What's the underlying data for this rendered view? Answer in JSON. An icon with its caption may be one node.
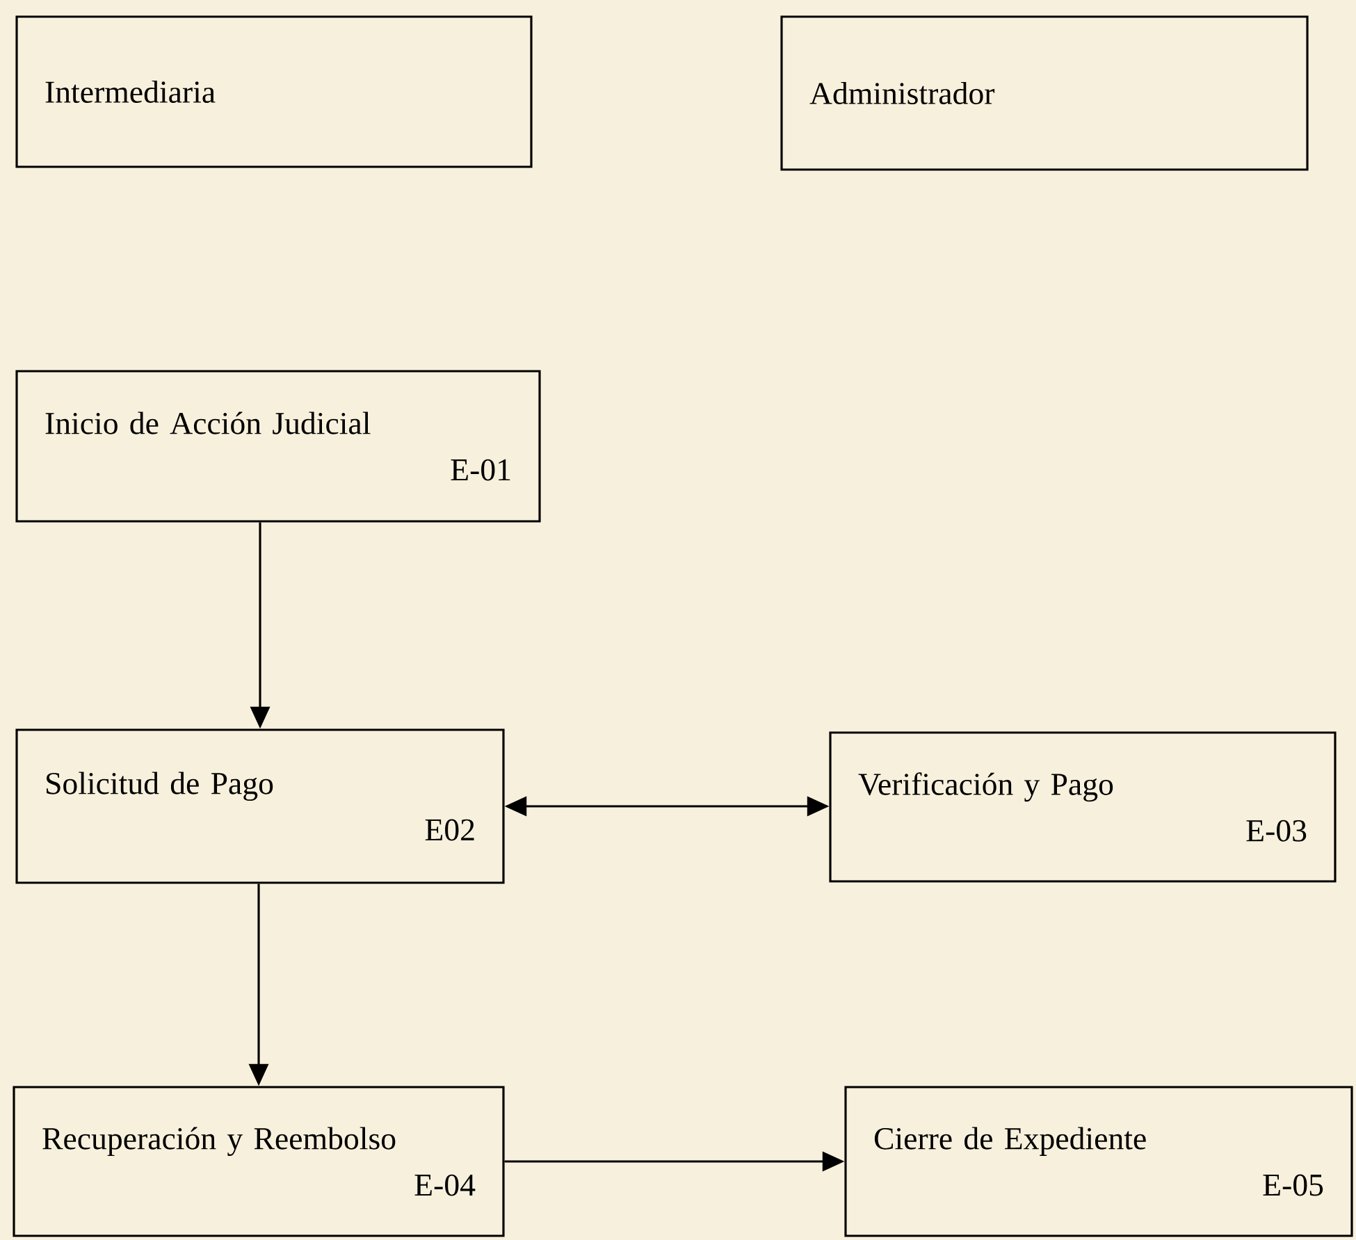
{
  "diagram": {
    "nodes": [
      {
        "text": [
          "Intermediaria"
        ]
      },
      {
        "text": [
          "Administrador"
        ]
      },
      {
        "text": [
          "Inicio de Acción Judicial",
          "E-01"
        ]
      },
      {
        "text": [
          "Solicitud de Pago",
          "E02"
        ]
      },
      {
        "text": [
          "Verificación y Pago",
          "E-03"
        ]
      },
      {
        "text": [
          "Recuperación y Reembolso",
          "E-04"
        ]
      },
      {
        "text": [
          "Cierre de Expediente",
          "E-05"
        ]
      }
    ],
    "edges": [
      {
        "from": 2,
        "to": 3,
        "arrow": "to"
      },
      {
        "from": 3,
        "to": 4,
        "arrow": "both"
      },
      {
        "from": 3,
        "to": 5,
        "arrow": "to"
      },
      {
        "from": 5,
        "to": 6,
        "arrow": "to"
      }
    ]
  }
}
